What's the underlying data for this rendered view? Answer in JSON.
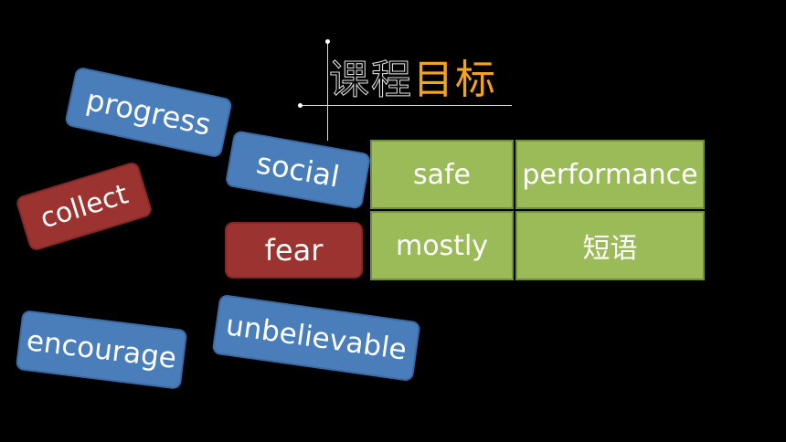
{
  "title": {
    "part1": "课程",
    "part2": "目标"
  },
  "cards": {
    "progress": "progress",
    "social": "social",
    "collect": "collect",
    "fear": "fear",
    "encourage": "encourage",
    "unbelievable": "unbelievable"
  },
  "table": {
    "rows": [
      [
        "safe",
        "performance"
      ],
      [
        "mostly",
        "短语"
      ]
    ]
  },
  "colors": {
    "background": "#000000",
    "blue_card": "#4a7ebb",
    "red_card": "#9b3330",
    "table_cell": "#9bbb59",
    "title_accent": "#f5a21c"
  }
}
